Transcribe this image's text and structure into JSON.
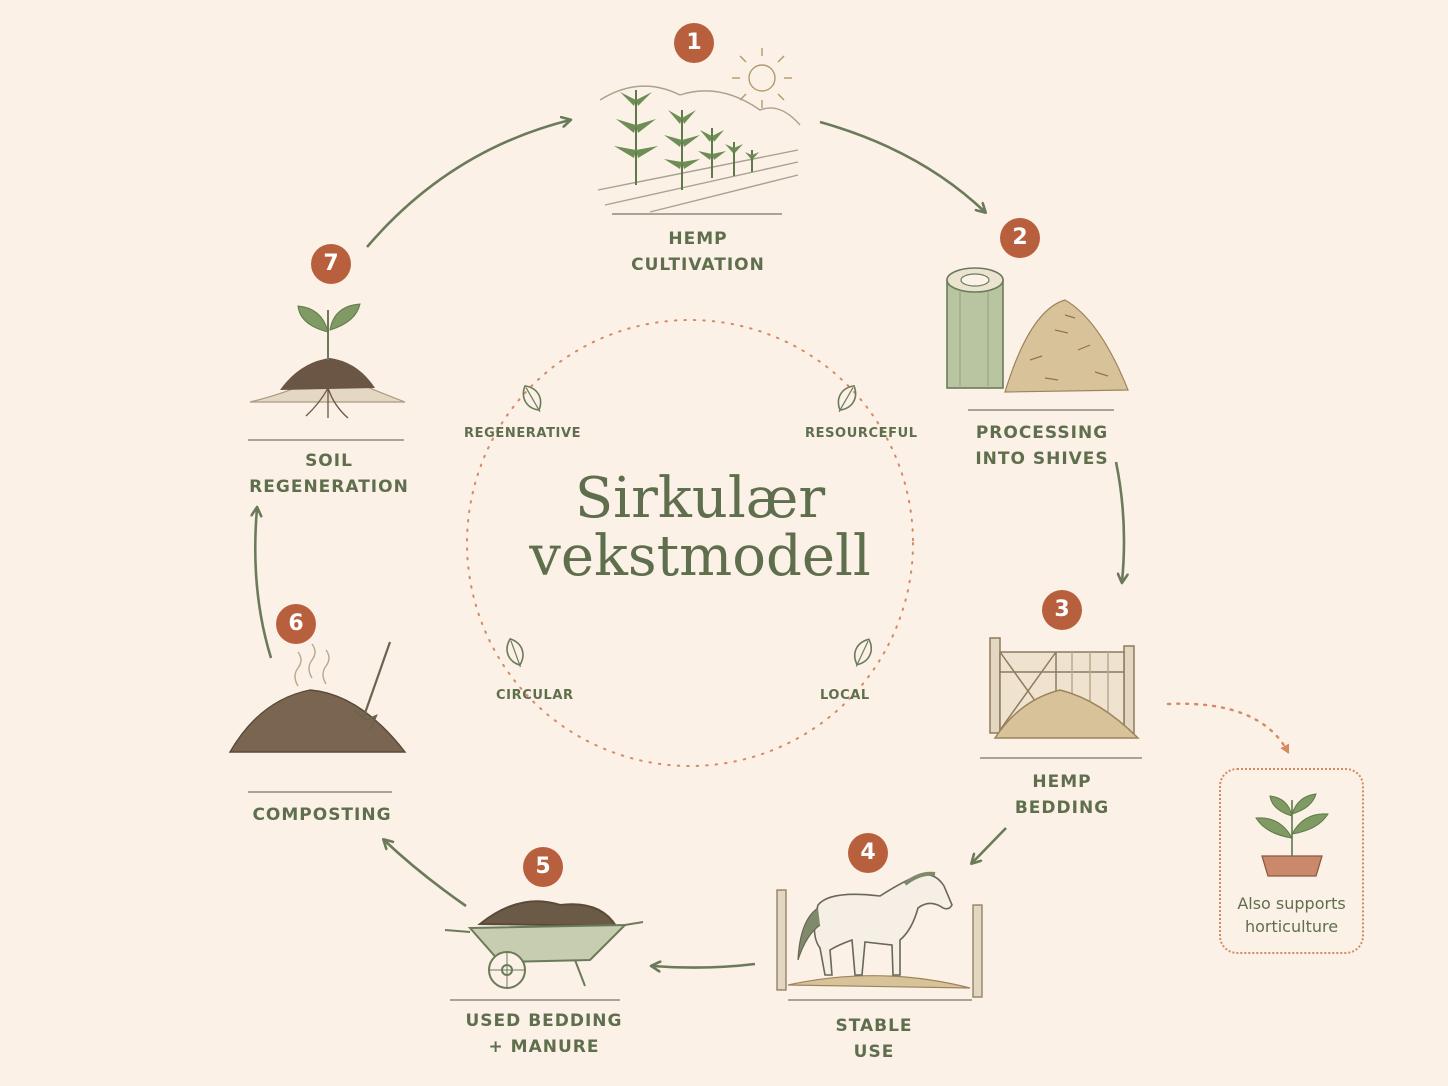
{
  "diagram": {
    "title_line1": "Sirkulær",
    "title_line2": "vekstmodell",
    "values": [
      {
        "label": "REGENERATIVE"
      },
      {
        "label": "RESOURCEFUL"
      },
      {
        "label": "CIRCULAR"
      },
      {
        "label": "LOCAL"
      }
    ],
    "steps": [
      {
        "number": "1",
        "line1": "HEMP",
        "line2": "CULTIVATION",
        "icon": "hemp-field-icon"
      },
      {
        "number": "2",
        "line1": "PROCESSING",
        "line2": "INTO SHIVES",
        "icon": "hemp-shives-icon"
      },
      {
        "number": "3",
        "line1": "HEMP",
        "line2": "BEDDING",
        "icon": "stable-bedding-icon"
      },
      {
        "number": "4",
        "line1": "STABLE",
        "line2": "USE",
        "icon": "horse-icon"
      },
      {
        "number": "5",
        "line1": "USED BEDDING",
        "line2": "+ MANURE",
        "icon": "wheelbarrow-icon"
      },
      {
        "number": "6",
        "line1": "COMPOSTING",
        "line2": "",
        "icon": "compost-pile-icon"
      },
      {
        "number": "7",
        "line1": "SOIL",
        "line2": "REGENERATION",
        "icon": "sprout-icon"
      }
    ],
    "aside": {
      "line1": "Also supports",
      "line2": "horticulture",
      "icon": "potted-plant-icon"
    },
    "colors": {
      "accent": "#b8603d",
      "text": "#5f6f4d",
      "arrow": "#6b7b5a",
      "dotted": "#d48a63",
      "background": "#fbf1e6"
    }
  }
}
